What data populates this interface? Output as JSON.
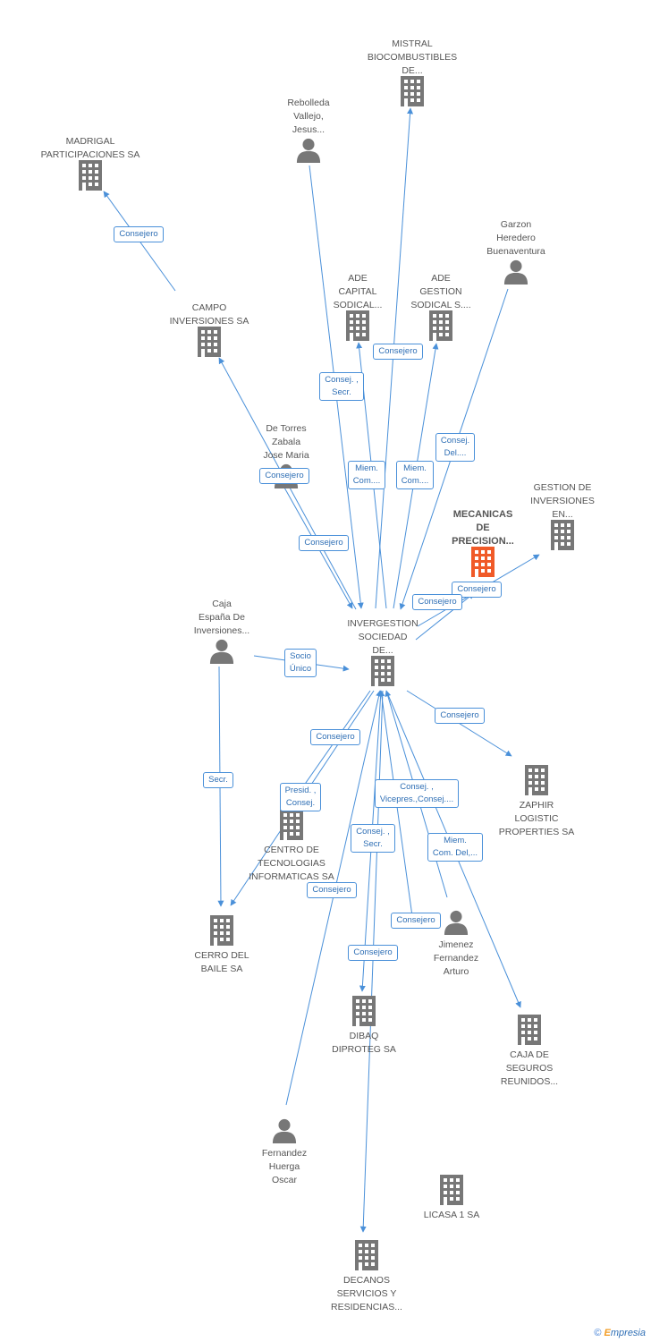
{
  "colors": {
    "edge": "#4a90d9",
    "node": "#777777",
    "highlight": "#f05a28"
  },
  "nodes": [
    {
      "label": "MISTRAL\nBIOCOMBUSTIBLES\nDE...",
      "kind": "company"
    },
    {
      "label": "Rebolleda\nVallejo,\nJesus...",
      "kind": "person"
    },
    {
      "label": "MADRIGAL\nPARTICIPACIONES SA",
      "kind": "company"
    },
    {
      "label": "Garzon\nHeredero\nBuenaventura",
      "kind": "person"
    },
    {
      "label": "ADE\nCAPITAL\nSODICAL...",
      "kind": "company"
    },
    {
      "label": "ADE\nGESTION\nSODICAL S....",
      "kind": "company"
    },
    {
      "label": "CAMPO\nINVERSIONES SA",
      "kind": "company"
    },
    {
      "label": "De Torres\nZabala\nJose Maria",
      "kind": "person"
    },
    {
      "label": "MECANICAS\nDE\nPRECISION...",
      "kind": "company",
      "highlight": true
    },
    {
      "label": "GESTION DE\nINVERSIONES\nEN...",
      "kind": "company"
    },
    {
      "label": "Caja\nEspaña De\nInversiones...",
      "kind": "person"
    },
    {
      "label": "INVERGESTION\nSOCIEDAD\nDE...",
      "kind": "company"
    },
    {
      "label": "ZAPHIR\nLOGISTIC\nPROPERTIES SA",
      "kind": "company"
    },
    {
      "label": "CENTRO DE\nTECNOLOGIAS\nINFORMATICAS SA",
      "kind": "company"
    },
    {
      "label": "CERRO DEL\nBAILE SA",
      "kind": "company"
    },
    {
      "label": "Jimenez\nFernandez\nArturo",
      "kind": "person"
    },
    {
      "label": "DIBAQ\nDIPROTEG SA",
      "kind": "company"
    },
    {
      "label": "CAJA DE\nSEGUROS\nREUNIDOS...",
      "kind": "company"
    },
    {
      "label": "Fernandez\nHuerga\nOscar",
      "kind": "person"
    },
    {
      "label": "LICASA 1 SA",
      "kind": "company"
    },
    {
      "label": "DECANOS\nSERVICIOS Y\nRESIDENCIAS...",
      "kind": "company"
    }
  ],
  "edge_labels": [
    "Consejero",
    "Consej. ,\nSecr.",
    "Consejero",
    "Consej.\nDel....",
    "Miem.\nCom....",
    "Miem.\nCom....",
    "Consejero",
    "Consejero",
    "Consejero",
    "Consejero",
    "Socio\nÚnico",
    "Consejero",
    "Consejero",
    "Presid. ,\nConsej.",
    "Consej. ,\nVicepres.,Consej....",
    "Secr.",
    "Consej. ,\nSecr.",
    "Miem.\nCom. Del,...",
    "Consejero",
    "Consejero",
    "Consejero"
  ],
  "footer": {
    "copyright": "©",
    "brand_first": "E",
    "brand_rest": "mpresia"
  }
}
